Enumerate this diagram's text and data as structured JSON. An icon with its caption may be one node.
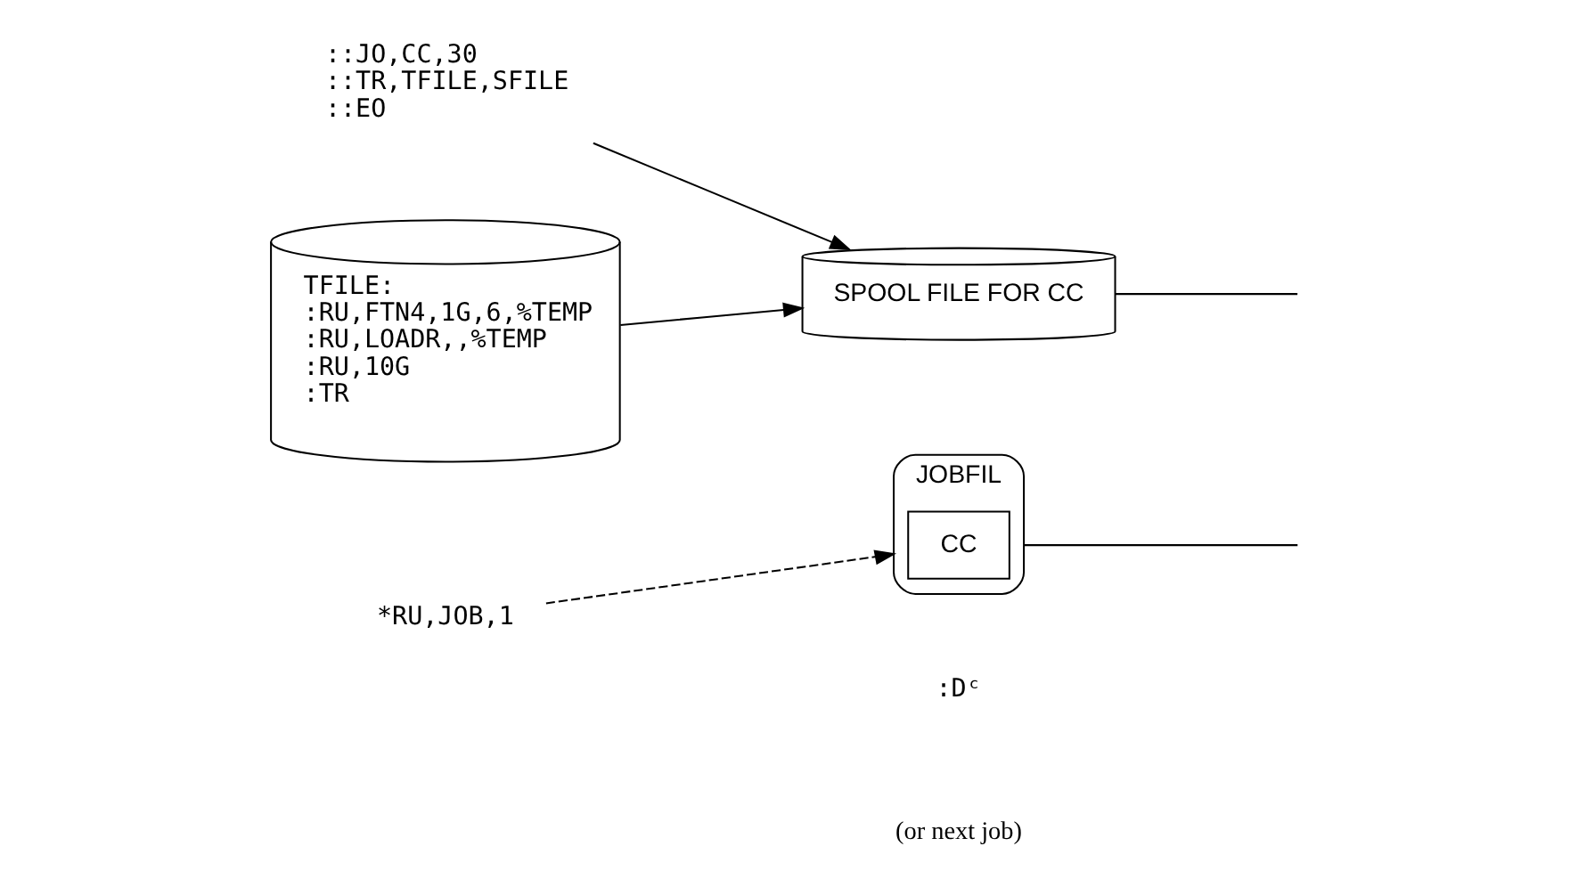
{
  "diagram": {
    "nodes": [
      {
        "text": [
          "*RU,JOB,1"
        ]
      },
      {
        "text": [
          "::JO,CC,30",
          "::TR,TFILE,SFILE",
          "::EO"
        ]
      },
      {
        "text": [
          "JOBFIL"
        ]
      },
      {
        "text": [
          "CC"
        ],
        "in": 2
      },
      {
        "text": [
          "SPOOL FILE FOR CC"
        ]
      },
      {
        "text": [
          "TFILE:",
          ":RU,FTN4,1G,6,%TEMP",
          ":RU,LOADR,,%TEMP",
          ":RU,10G",
          ":TR"
        ]
      }
    ],
    "edges": [
      {
        "from": 0,
        "to": 2,
        "arrow": "to",
        "style": "dashed"
      },
      {
        "from": 1,
        "to": 4,
        "arrow": "to"
      },
      {
        "from": 5,
        "to": 4,
        "arrow": "to"
      },
      {
        "from": 2,
        "to": null,
        "arrow": "none"
      },
      {
        "from": 4,
        "to": null,
        "arrow": "none"
      }
    ],
    "labels": [
      ":Dᶜ",
      "(or next job)"
    ]
  }
}
